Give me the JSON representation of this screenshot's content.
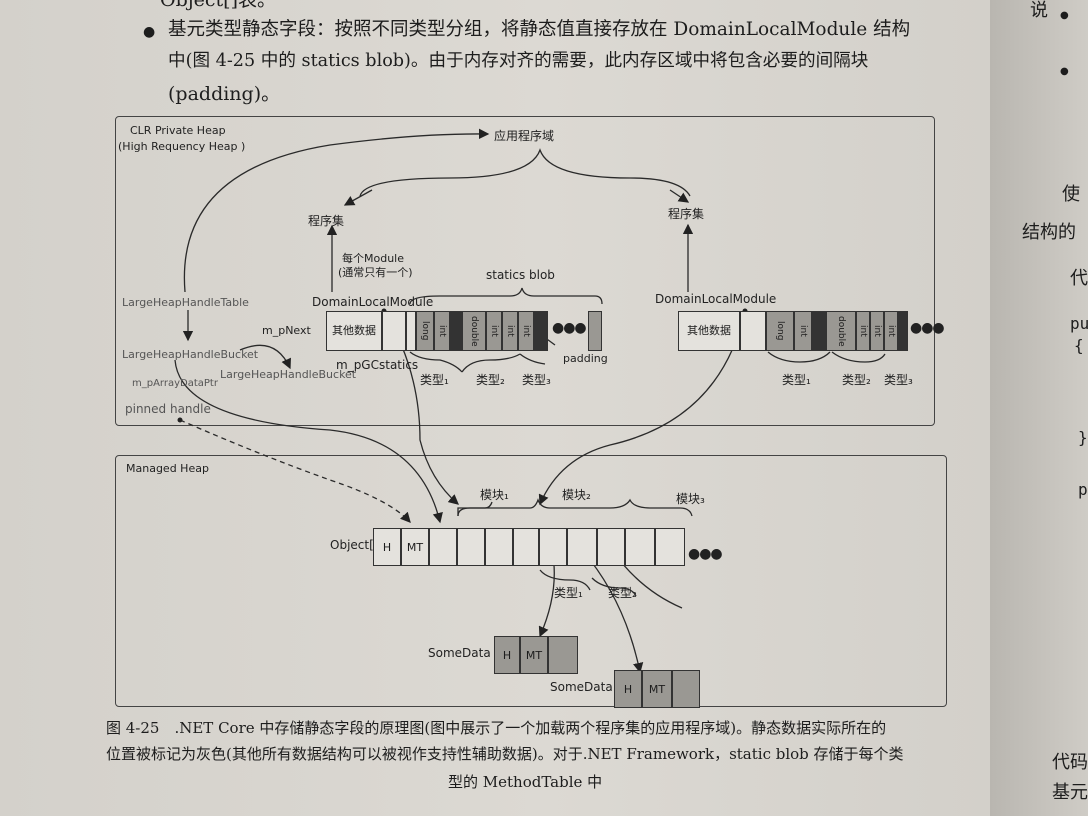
{
  "text": {
    "line0": "Object[]表。",
    "bullet1_l1": "基元类型静态字段：按照不同类型分组，将静态值直接存放在 DomainLocalModule 结构",
    "bullet1_l2": "中(图 4-25 中的 statics blob)。由于内存对齐的需要，此内存区域中将包含必要的间隔块",
    "bullet1_l3": "(padding)。",
    "bullet_symbol": "●"
  },
  "diagram": {
    "clr_heap_l1": "CLR Private Heap",
    "clr_heap_l2": "(High Requency Heap )",
    "app_domain": "应用程序域",
    "assembly_left": "程序集",
    "assembly_right": "程序集",
    "module_note_l1": "每个Module",
    "module_note_l2": "(通常只有一个)",
    "statics_blob": "statics blob",
    "dlm_left": "DomainLocalModule",
    "dlm_right": "DomainLocalModule",
    "other_data_l1": "其他",
    "other_data_l2": "数据",
    "large_heap_handle_table": "LargeHeapHandleTable",
    "m_pnext": "m_pNext",
    "large_heap_handle_bucket": "LargeHeapHandleBucket",
    "large_heap_handle_bucket2": "LargeHeapHandleBucket",
    "m_parray_data_ptr": "m_pArrayDataPtr",
    "m_pgcstatics": "m_pGCstatics",
    "pinned_handle": "pinned handle",
    "padding": "padding",
    "cell_long": "long",
    "cell_int": "int",
    "cell_double": "double",
    "type1": "类型₁",
    "type2": "类型₂",
    "type3": "类型₃",
    "ellipsis": "●●●",
    "managed_heap": "Managed Heap",
    "module1": "模块₁",
    "module2": "模块₂",
    "module3": "模块₃",
    "object_array": "Object[]",
    "cell_h": "H",
    "cell_mt": "MT",
    "somedata": "SomeData"
  },
  "caption": {
    "l1": "图 4-25　.NET Core 中存储静态字段的原理图(图中展示了一个加载两个程序集的应用程序域)。静态数据实际所在的",
    "l2": "位置被标记为灰色(其他所有数据结构可以被视作支持性辅助数据)。对于.NET Framework，static blob 存储于每个类",
    "l3": "型的 MethodTable 中"
  },
  "right_page": {
    "t1": "说",
    "t2": "使",
    "t3": "结构的",
    "t4": "代",
    "t5": "pu",
    "t6": "{",
    "t7": "}",
    "t8": "p",
    "t9": "代码",
    "t10": "基元"
  },
  "colors": {
    "gray_cell": "#9a9893",
    "dark_cell": "#333333",
    "light_cell": "#e4e2dd",
    "line": "#2a2a2a"
  }
}
